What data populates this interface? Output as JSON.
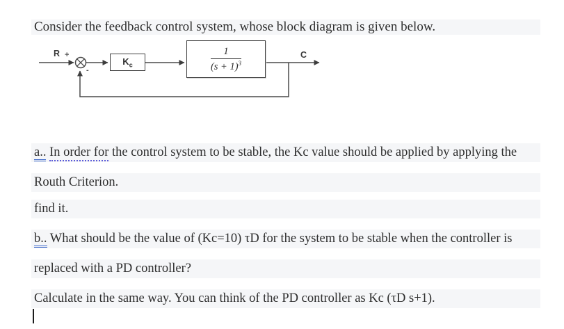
{
  "page": {
    "background_color": "#ffffff",
    "band_color": "#f5f6f8",
    "text_color": "#2e2e2e",
    "underline_double_color": "#3a66c9",
    "underline_dotted_color": "#5b5bd8"
  },
  "title": "Consider the feedback control system, whose block diagram is given below.",
  "diagram": {
    "input_label": "R",
    "plus_sign": "+",
    "minus_sign": "-",
    "controller_base": "K",
    "controller_sub": "c",
    "tf_numerator": "1",
    "tf_denominator": "(s + 1)",
    "tf_exponent": "3",
    "output_label": "C"
  },
  "paragraphs": {
    "a_label": "a..",
    "a_underlined": "In order for",
    "a_rest": " the control system to be stable, the Kc value should be applied by applying the",
    "a_line2": "Routh Criterion.",
    "find_line": "find it.",
    "b_label": "b..",
    "b_rest": " What should be the value of (Kc=10) τD for the system to be stable when the controller is",
    "b_line2": "replaced with a PD controller?",
    "calc_line": "Calculate in the same way. You can think of the PD controller as Kc (τD s+1)."
  }
}
